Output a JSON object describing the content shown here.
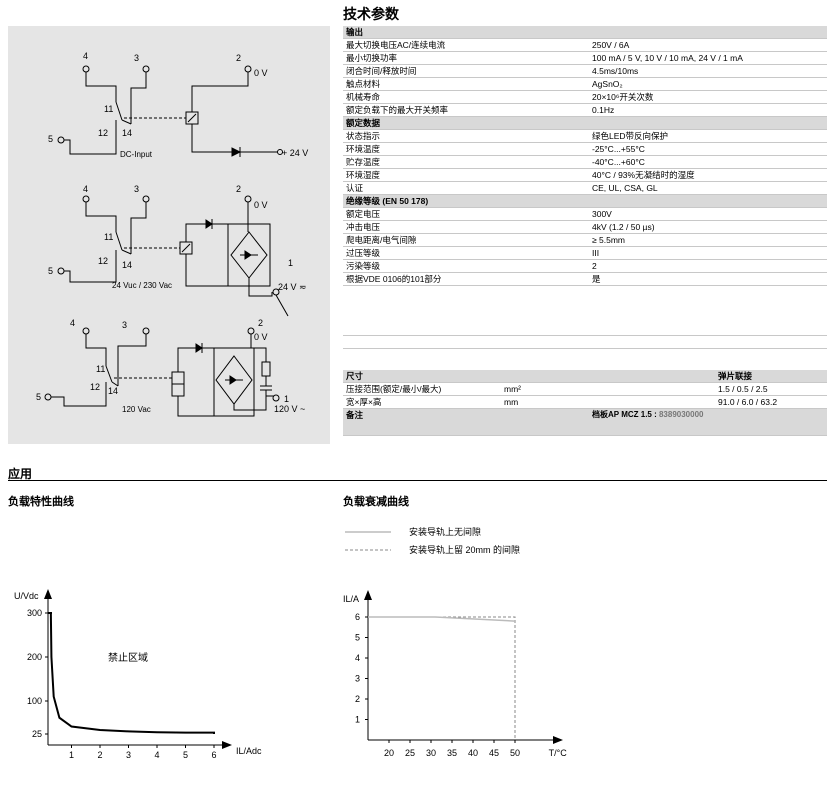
{
  "header": {
    "title": "技术参数"
  },
  "specs": [
    {
      "type": "hdr",
      "label": "输出",
      "value": ""
    },
    {
      "label": "最大切换电压AC/连续电流",
      "value": "250V / 6A"
    },
    {
      "label": "最小切换功率",
      "value": "100 mA / 5 V, 10 V / 10 mA, 24 V / 1 mA"
    },
    {
      "label": "闭合时间/释放时间",
      "value": "4.5ms/10ms"
    },
    {
      "label": "触点材料",
      "value": "AgSnO₂"
    },
    {
      "label": "机械寿命",
      "value": "20×10⁶开关次数"
    },
    {
      "label": "额定负载下的最大开关频率",
      "value": "0.1Hz"
    },
    {
      "type": "hdr",
      "label": "额定数据",
      "value": ""
    },
    {
      "label": "状态指示",
      "value": "绿色LED带反向保护"
    },
    {
      "label": "环境温度",
      "value": "-25°C...+55°C"
    },
    {
      "label": "贮存温度",
      "value": "-40°C...+60°C"
    },
    {
      "label": "环境湿度",
      "value": "40°C / 93%无凝结时的湿度"
    },
    {
      "label": "认证",
      "value": "CE, UL, CSA, GL"
    },
    {
      "type": "hdr",
      "label": "绝缘等级 (EN 50 178)",
      "value": ""
    },
    {
      "label": "额定电压",
      "value": "300V"
    },
    {
      "label": "冲击电压",
      "value": "4kV (1.2 / 50 µs)"
    },
    {
      "label": "爬电距离/电气间隙",
      "value": "≥ 5.5mm"
    },
    {
      "label": "过压等级",
      "value": "III"
    },
    {
      "label": "污染等级",
      "value": "2"
    },
    {
      "label": "根据VDE 0106的101部分",
      "value": "是"
    }
  ],
  "dims": {
    "header_label": "尺寸",
    "header_value": "弹片联接",
    "rows": [
      {
        "label": "压接范围(额定/最小/最大)",
        "unit": "mm²",
        "value": "1.5 / 0.5 / 2.5"
      },
      {
        "label": "宽×厚×高",
        "unit": "mm",
        "value": "91.0 / 6.0 / 63.2"
      }
    ],
    "note_label": "备注",
    "note_value": "档板AP MCZ 1.5 : ",
    "note_code": "8389030000"
  },
  "diagrams": {
    "circuit1": {
      "terminals": [
        "4",
        "3",
        "2",
        "11",
        "12",
        "14",
        "5"
      ],
      "label_0v": "0 V",
      "label_24v": "+ 24 V",
      "caption": "DC-Input"
    },
    "circuit2": {
      "terminals": [
        "4",
        "3",
        "2",
        "11",
        "12",
        "14",
        "5",
        "1"
      ],
      "label_0v": "0 V",
      "label_24v": "24 V ≂",
      "caption": "24 Vuc / 230 Vac"
    },
    "circuit3": {
      "terminals": [
        "4",
        "3",
        "2",
        "11",
        "12",
        "14",
        "5",
        "1"
      ],
      "label_0v": "0 V",
      "label_120v": "120 V ~",
      "caption": "120 Vac"
    }
  },
  "application": {
    "title": "应用"
  },
  "chart_left": {
    "title": "负载特性曲线"
  },
  "chart_right": {
    "title": "负载衰减曲线"
  },
  "chart_data": [
    {
      "type": "line",
      "ylabel": "U/Vdc",
      "xlabel": "IL/Adc",
      "xticks": [
        "1",
        "2",
        "3",
        "4",
        "5",
        "6"
      ],
      "yticks": [
        "300",
        "200",
        "100",
        "25"
      ],
      "region_label": "禁止区域",
      "series": [
        {
          "x": [
            0.1,
            0.1,
            0.12,
            0.2,
            0.4,
            0.7,
            1,
            2,
            3,
            4,
            5,
            6,
            6
          ],
          "y": [
            300,
            300,
            200,
            110,
            62,
            48,
            42,
            34,
            31,
            29,
            28,
            28,
            25
          ]
        }
      ]
    },
    {
      "type": "line",
      "ylabel": "IL/A",
      "xlabel": "T/°C",
      "xticks": [
        "20",
        "25",
        "30",
        "35",
        "40",
        "45",
        "50"
      ],
      "yticks": [
        "6",
        "5",
        "4",
        "3",
        "2",
        "1"
      ],
      "series": [
        {
          "name": "安装导轨上无间隙",
          "x": [
            15,
            31,
            50
          ],
          "y": [
            6,
            6,
            5.8
          ]
        },
        {
          "name": "安装导轨上留 20mm 的间隙",
          "x": [
            15,
            50,
            50
          ],
          "y": [
            6,
            6,
            0
          ]
        }
      ]
    }
  ]
}
